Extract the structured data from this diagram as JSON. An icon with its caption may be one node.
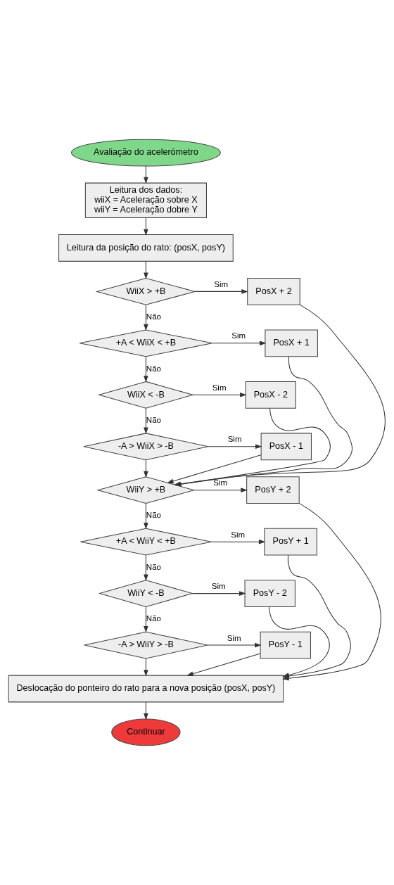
{
  "diagram": {
    "nodes": [
      {
        "text": [
          "Avaliação do acelerómetro"
        ]
      },
      {
        "text": [
          "Leitura dos dados:",
          "wiiX = Aceleração sobre X",
          "wiiY = Aceleração dobre Y"
        ]
      },
      {
        "text": [
          "Leitura da posição do rato: (posX, posY)"
        ]
      },
      {
        "text": [
          "WiiX > +B"
        ]
      },
      {
        "text": [
          "PosX + 2"
        ]
      },
      {
        "text": [
          "+A < WiiX < +B"
        ]
      },
      {
        "text": [
          "PosX + 1"
        ]
      },
      {
        "text": [
          "WiiX < -B"
        ]
      },
      {
        "text": [
          "PosX - 2"
        ]
      },
      {
        "text": [
          "-A > WiiX > -B"
        ]
      },
      {
        "text": [
          "PosX - 1"
        ]
      },
      {
        "text": [
          "WiiY > +B"
        ]
      },
      {
        "text": [
          "PosY + 2"
        ]
      },
      {
        "text": [
          "+A < WiiY < +B"
        ]
      },
      {
        "text": [
          "PosY + 1"
        ]
      },
      {
        "text": [
          "WiiY < -B"
        ]
      },
      {
        "text": [
          "PosY - 2"
        ]
      },
      {
        "text": [
          "-A > WiiY > -B"
        ]
      },
      {
        "text": [
          "PosY - 1"
        ]
      },
      {
        "text": [
          "Deslocação do ponteiro do rato para a nova posição (posX, posY)"
        ]
      },
      {
        "text": [
          "Continuar"
        ]
      }
    ],
    "edges": [
      {
        "from": 0,
        "to": 1,
        "arrow": "to"
      },
      {
        "from": 1,
        "to": 2,
        "arrow": "to"
      },
      {
        "from": 2,
        "to": 3,
        "arrow": "to"
      },
      {
        "from": 3,
        "to": 4,
        "arrow": "to",
        "label": "Sim"
      },
      {
        "from": 3,
        "to": 5,
        "arrow": "to",
        "label": "Não"
      },
      {
        "from": 4,
        "to": 11,
        "arrow": "to"
      },
      {
        "from": 5,
        "to": 6,
        "arrow": "to",
        "label": "Sim"
      },
      {
        "from": 5,
        "to": 7,
        "arrow": "to",
        "label": "Não"
      },
      {
        "from": 6,
        "to": 11,
        "arrow": "to"
      },
      {
        "from": 7,
        "to": 8,
        "arrow": "to",
        "label": "Sim"
      },
      {
        "from": 7,
        "to": 9,
        "arrow": "to",
        "label": "Não"
      },
      {
        "from": 8,
        "to": 11,
        "arrow": "to"
      },
      {
        "from": 9,
        "to": 10,
        "arrow": "to",
        "label": "Sim"
      },
      {
        "from": 9,
        "to": 11,
        "arrow": "to"
      },
      {
        "from": 10,
        "to": 11,
        "arrow": "to"
      },
      {
        "from": 11,
        "to": 12,
        "arrow": "to",
        "label": "Sim"
      },
      {
        "from": 11,
        "to": 13,
        "arrow": "to",
        "label": "Não"
      },
      {
        "from": 12,
        "to": 19,
        "arrow": "to"
      },
      {
        "from": 13,
        "to": 14,
        "arrow": "to",
        "label": "Sim"
      },
      {
        "from": 13,
        "to": 15,
        "arrow": "to",
        "label": "Não"
      },
      {
        "from": 14,
        "to": 19,
        "arrow": "to"
      },
      {
        "from": 15,
        "to": 16,
        "arrow": "to",
        "label": "Sim"
      },
      {
        "from": 15,
        "to": 17,
        "arrow": "to",
        "label": "Não"
      },
      {
        "from": 16,
        "to": 19,
        "arrow": "to"
      },
      {
        "from": 17,
        "to": 18,
        "arrow": "to",
        "label": "Sim"
      },
      {
        "from": 17,
        "to": 19,
        "arrow": "to"
      },
      {
        "from": 18,
        "to": 19,
        "arrow": "to"
      },
      {
        "from": 19,
        "to": 20,
        "arrow": "to"
      }
    ]
  }
}
